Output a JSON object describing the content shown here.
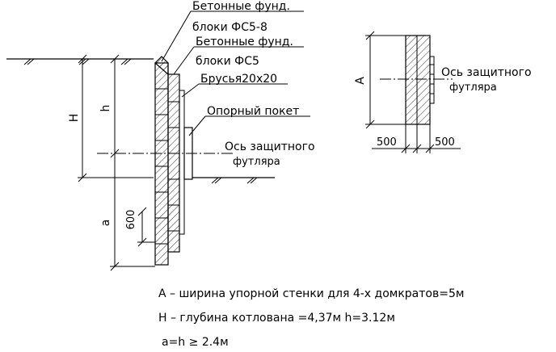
{
  "labels": {
    "blocks_fs5_8_line1": "Бетонные фунд.",
    "blocks_fs5_8_line2": "блоки ФС5-8",
    "blocks_fs5_line1": "Бетонные фунд.",
    "blocks_fs5_line2": "блоки ФС5",
    "beams": "Брусья20х20",
    "support_package": "Опорный покет",
    "axis_line1": "Ось защитного",
    "axis_line2": "футляра",
    "right_axis_line1": "Ось защитного",
    "right_axis_line2": "футляра"
  },
  "dims": {
    "H": "Н",
    "h": "h",
    "a": "a",
    "d600": "600",
    "A": "А",
    "d500_left": "500",
    "d500_right": "500"
  },
  "notes": {
    "line1": "А – ширина упорной стенки для 4-х домкратов=5м",
    "line2": "Н – глубина котлована =4,37м   h=3.12м",
    "line3": "a=h ≥ 2.4м"
  }
}
